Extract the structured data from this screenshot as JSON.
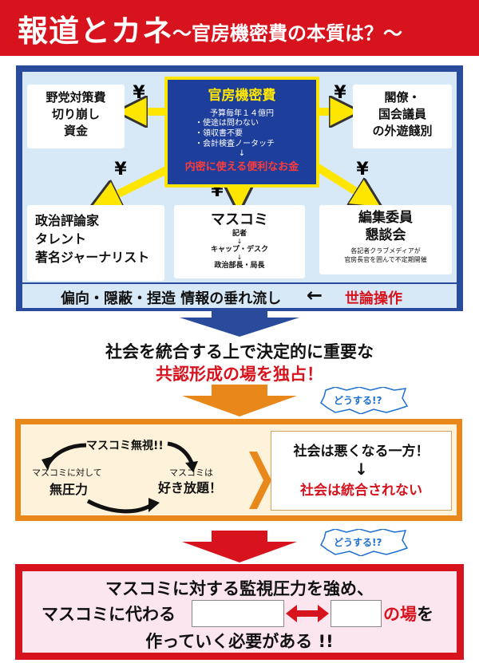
{
  "header": {
    "title": "報道とカネ",
    "subtitle": "〜官房機密費の本質は？〜"
  },
  "center": {
    "title": "官房機密費",
    "line1": "予算毎年１４億円",
    "line2": "・使途は問わない",
    "line3": "・領収書不要",
    "line4": "・会計検査ノータッチ",
    "arrow": "↓",
    "highlight": "内密に使える便利なお金"
  },
  "boxes": {
    "top_left": [
      "野党対策費",
      "切り崩し",
      "資金"
    ],
    "top_right": [
      "閣僚・",
      "国会議員",
      "の外遊餞別"
    ],
    "bottom_left": [
      "政治評論家",
      "タレント",
      "著名ジャーナリスト"
    ],
    "bottom_center": {
      "title": "マスコミ",
      "line1": "記者",
      "line2": "キャップ・デスク",
      "line3": "政治部長・局長"
    },
    "bottom_right": {
      "title1": "編集委員",
      "title2": "懇談会",
      "note1": "各記者クラブメディアが",
      "note2": "官房長官を囲んで不定期開催"
    }
  },
  "yen_symbol": "¥",
  "panel_bottom": {
    "text": "偏向・隠蔽・捏造 情報の垂れ流し",
    "arrow": "←",
    "red": "世論操作"
  },
  "middle": {
    "line1": "社会を統合する上で決定的に重要な",
    "line2": "共認形成の場を独占！"
  },
  "bubble1": "どうする!?",
  "cycle": {
    "top": "マスコミ無視!!",
    "left1": "マスコミに対して",
    "left2": "無圧力",
    "right1": "マスコミは",
    "right2": "好き放題！"
  },
  "result": {
    "line1": "社会は悪くなる一方！",
    "arrow": "↓",
    "line2": "社会は統合されない"
  },
  "bubble2": "どうする!?",
  "conclusion": {
    "line1": "マスコミに対する監視圧力を強め、",
    "line2a": "マスコミに代わる",
    "line2b": "の場を",
    "line3": "作っていく必要がある !!"
  },
  "colors": {
    "red": "#d7131d",
    "blue": "#2a4b9c",
    "navy": "#1d3f9b",
    "yellow": "#ffe600",
    "orange": "#e8881a",
    "light_blue": "#d7e8f7",
    "pink": "#fbe5ef"
  }
}
